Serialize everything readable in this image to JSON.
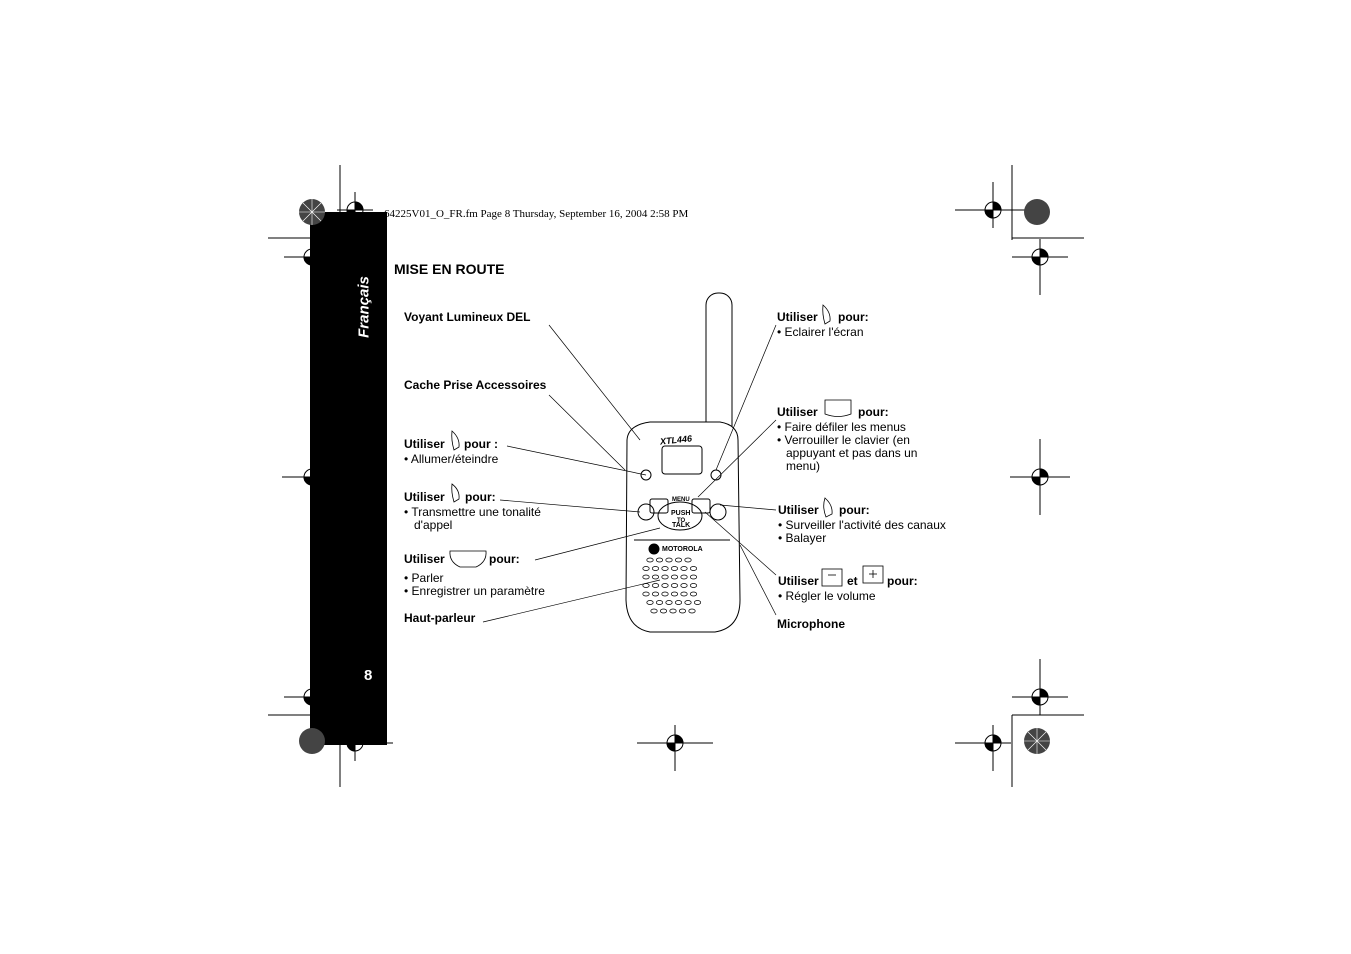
{
  "header": {
    "file_line": "64225V01_O_FR.fm  Page 8  Thursday, September 16, 2004  2:58 PM"
  },
  "sidebar": {
    "language": "Français",
    "page_number": "8"
  },
  "page": {
    "title": "MISE EN ROUTE"
  },
  "device": {
    "model": "XTL446",
    "brand": "MOTOROLA",
    "ptt": [
      "PUSH",
      "TO",
      "TALK"
    ],
    "menu_key": "MENU"
  },
  "left_labels": {
    "led": "Voyant Lumineux DEL",
    "accessory": "Cache Prise Accessoires",
    "power_use": "Utiliser",
    "power_pour": "pour :",
    "power_item": "• Allumer/éteindre",
    "tone_use": "Utiliser",
    "tone_pour": "pour:",
    "tone_item1": "• Transmettre une tonalité",
    "tone_item2": "d'appel",
    "ptt_use": "Utiliser",
    "ptt_pour": "pour:",
    "ptt_item1": "• Parler",
    "ptt_item2": "• Enregistrer un paramètre",
    "speaker": "Haut-parleur"
  },
  "right_labels": {
    "light_use": "Utiliser",
    "light_pour": "pour:",
    "light_item": "•  Eclairer l'écran",
    "menu_use": "Utiliser",
    "menu_pour": "pour:",
    "menu_item1": "• Faire défiler les menus",
    "menu_item2": "• Verrouiller le clavier (en",
    "menu_item3": "appuyant et pas dans un",
    "menu_item4": "menu)",
    "scan_use": "Utiliser",
    "scan_pour": "pour:",
    "scan_item1": "• Surveiller l'activité des canaux",
    "scan_item2": "• Balayer",
    "vol_use": "Utiliser",
    "vol_et": "et",
    "vol_pour": "pour:",
    "vol_item": "• Régler le volume",
    "microphone": "Microphone"
  },
  "colors": {
    "sidebar": "#000000",
    "text": "#000000",
    "background": "#ffffff"
  }
}
